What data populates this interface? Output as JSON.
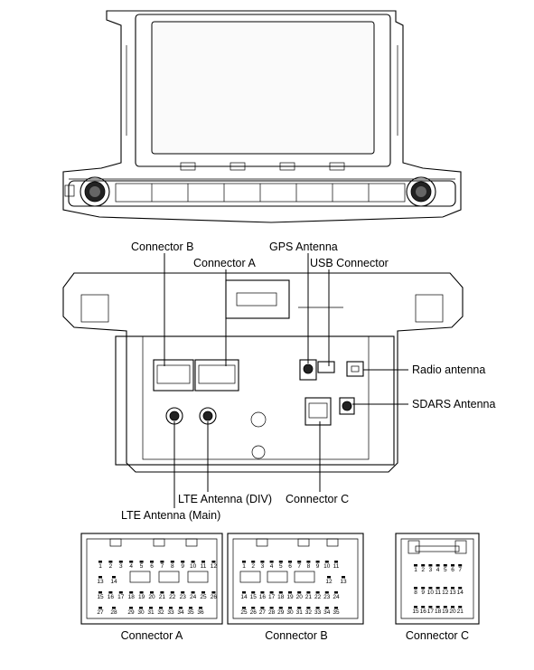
{
  "callouts": {
    "connector_b": "Connector B",
    "connector_a": "Connector A",
    "gps_antenna": "GPS Antenna",
    "usb_connector": "USB Connector",
    "radio_antenna": "Radio antenna",
    "sdars_antenna": "SDARS Antenna",
    "lte_antenna_div": "LTE Antenna (DIV)",
    "connector_c": "Connector C",
    "lte_antenna_main": "LTE Antenna (Main)"
  },
  "pinouts": {
    "connector_a": {
      "caption": "Connector A",
      "rows": [
        [
          "1",
          "2",
          "3",
          "4",
          "5",
          "6",
          "7",
          "8",
          "9",
          "10",
          "11",
          "12"
        ],
        [
          "13",
          "14"
        ],
        [
          "15",
          "16",
          "17",
          "18",
          "19",
          "20",
          "21",
          "22",
          "23",
          "24",
          "25",
          "26"
        ],
        [
          "27",
          "28",
          "29",
          "30",
          "31",
          "32",
          "33",
          "34",
          "35",
          "36"
        ]
      ]
    },
    "connector_b": {
      "caption": "Connector B",
      "rows": [
        [
          "1",
          "2",
          "3",
          "4",
          "5",
          "6",
          "7",
          "8",
          "9",
          "10",
          "11"
        ],
        [
          "12",
          "13"
        ],
        [
          "14",
          "15",
          "16",
          "17",
          "18",
          "19",
          "20",
          "21",
          "22",
          "23",
          "24"
        ],
        [
          "25",
          "26",
          "27",
          "28",
          "29",
          "30",
          "31",
          "32",
          "33",
          "34",
          "35"
        ]
      ]
    },
    "connector_c": {
      "caption": "Connector C",
      "rows": [
        [
          "1",
          "2",
          "3",
          "4",
          "5",
          "6",
          "7"
        ],
        [
          "8",
          "9",
          "10",
          "11",
          "12",
          "13",
          "14"
        ],
        [
          "15",
          "16",
          "17",
          "18",
          "19",
          "20",
          "21"
        ]
      ]
    }
  }
}
